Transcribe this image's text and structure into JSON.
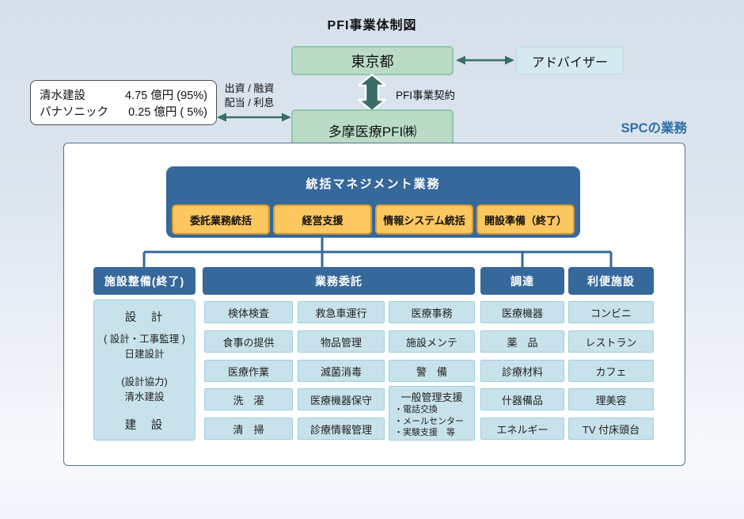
{
  "title": "PFI事業体制図",
  "colors": {
    "background_top": "#d6e0eb",
    "green_box": "#badcc7",
    "advisor_box": "#d5eaf0",
    "dark_blue": "#36689b",
    "orange_button": "#fcc75e",
    "cell_blue": "#c8e2eb",
    "teal_arrow": "#3a6d68",
    "spc_label_blue": "#2f6fa8"
  },
  "top": {
    "tokyo": "東京都",
    "advisor": "アドバイザー",
    "contract_label": "PFI事業契約",
    "spc_company": "多摩医療PFI㈱",
    "investment_label_line1": "出資 / 融資",
    "investment_label_line2": "配当 / 利息",
    "investors": {
      "rows": [
        {
          "name": "清水建設",
          "value": "4.75 億円 (95%)"
        },
        {
          "name": "パナソニック",
          "value": "0.25 億円 ( 5%)"
        }
      ]
    }
  },
  "spc": {
    "section_label": "SPCの業務",
    "management": {
      "title": "統括マネジメント業務",
      "buttons": [
        "委託業務統括",
        "経営支援",
        "情報システム統括",
        "開設準備（終了）"
      ]
    },
    "columns": {
      "facility": {
        "header": "施設整備(終了)",
        "line_design": "設　計",
        "line_supervision": "( 設計・工事監理 )",
        "line_nikken": "日建設計",
        "line_cooperation": "(設計協力)",
        "line_shimizu": "清水建設",
        "line_construction": "建　設"
      },
      "outsourcing": {
        "header": "業務委託",
        "col1": [
          "検体検査",
          "食事の提供",
          "医療作業",
          "洗　濯",
          "清　掃"
        ],
        "col2": [
          "救急車運行",
          "物品管理",
          "滅菌消毒",
          "医療機器保守",
          "診療情報管理"
        ],
        "col3": [
          "医療事務",
          "施設メンテ",
          "警　備"
        ],
        "general_support": {
          "title": "一般管理支援",
          "items": [
            "・電話交換",
            "・メールセンター",
            "・実験支援　等"
          ]
        }
      },
      "procurement": {
        "header": "調達",
        "items": [
          "医療機器",
          "薬　品",
          "診療材料",
          "什器備品",
          "エネルギー"
        ]
      },
      "amenity": {
        "header": "利便施設",
        "items": [
          "コンビニ",
          "レストラン",
          "カフェ",
          "理美容",
          "TV 付床頭台"
        ]
      }
    }
  }
}
